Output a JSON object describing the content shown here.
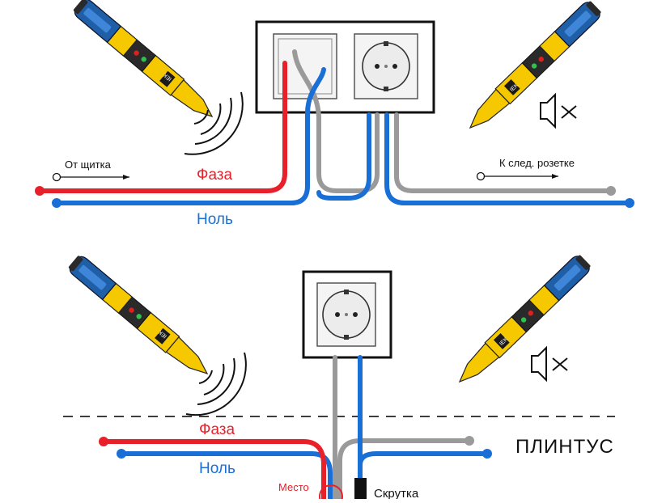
{
  "top": {
    "from_panel": "От щитка",
    "to_next": "К след. розетке",
    "phase": "Фаза",
    "neutral": "Ноль"
  },
  "bottom": {
    "phase": "Фаза",
    "neutral": "Ноль",
    "plinth": "ПЛИНТУС",
    "break_place": "Место",
    "twist": "Скрутка"
  },
  "icons": {
    "tester": "voltage-tester-pen-icon",
    "beep": "sound-waves-icon",
    "mute": "speaker-muted-icon",
    "socket": "schuko-socket-icon"
  },
  "colors": {
    "phase": "#e8202a",
    "neutral": "#1a6fd6",
    "through": "#9a9a9a",
    "tester_body": "#f5c800",
    "tester_head": "#1f5fa8"
  }
}
